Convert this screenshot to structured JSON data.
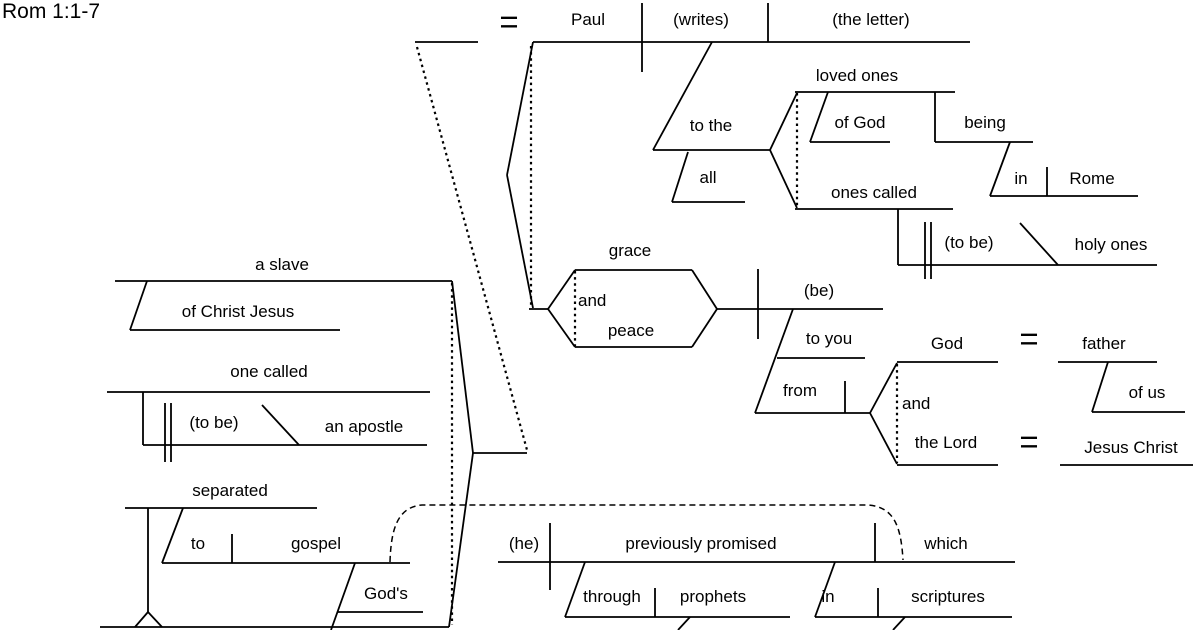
{
  "title": "Rom 1:1-7",
  "colors": {
    "background": "#ffffff",
    "line": "#000000",
    "text": "#000000"
  },
  "main_clause": {
    "appositive_marker": "=",
    "subject": "Paul",
    "verb": "(writes)",
    "object": "(the letter)",
    "indirect_object_phrase": {
      "preposition": "to the",
      "quantifier": "all",
      "head1": "loved ones",
      "head1_modifier": "of God",
      "participle": "being",
      "participle_prep": "in",
      "participle_object": "Rome",
      "head2": "ones called",
      "infinitive": "(to be)",
      "complement": "holy ones"
    }
  },
  "subject_appositives": {
    "phrase1": {
      "head": "a slave",
      "modifier": "of Christ Jesus"
    },
    "phrase2": {
      "head": "one called",
      "infinitive": "(to be)",
      "complement": "an apostle"
    },
    "phrase3": {
      "head": "separated",
      "preposition": "to",
      "object": "gospel",
      "possessive": "God's"
    }
  },
  "greeting_clause": {
    "subject1": "grace",
    "conjunction": "and",
    "subject2": "peace",
    "verb": "(be)",
    "recipient_phrase": "to you",
    "source_phrase": {
      "preposition": "from",
      "conjunction": "and",
      "object1": "God",
      "object2": "the Lord",
      "object1_appositive": {
        "marker": "=",
        "head": "father",
        "modifier": "of us"
      },
      "object2_appositive": {
        "marker": "=",
        "head": "Jesus Christ"
      }
    }
  },
  "relative_clause": {
    "subject": "(he)",
    "verb": "previously promised",
    "object": "which",
    "prep_phrase1": {
      "preposition": "through",
      "object": "prophets"
    },
    "prep_phrase2": {
      "preposition": "in",
      "object": "scriptures"
    }
  }
}
